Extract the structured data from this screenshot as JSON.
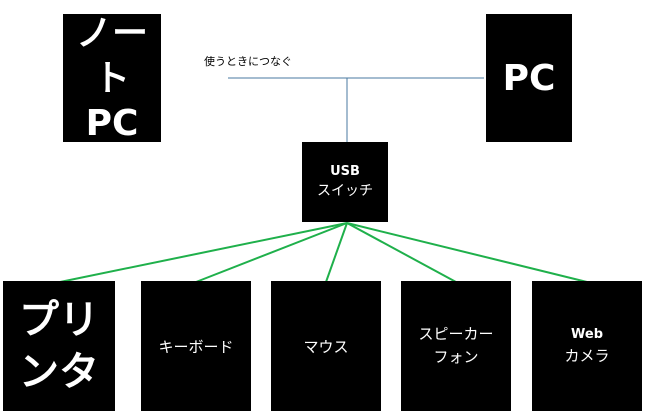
{
  "nodes": {
    "laptop": {
      "lines": [
        "ノート",
        "PC"
      ]
    },
    "pc": {
      "lines": [
        "PC"
      ]
    },
    "usb_switch": {
      "lines": [
        "USB",
        "スイッチ"
      ]
    },
    "printer": {
      "lines": [
        "プリ",
        "ンタ"
      ]
    },
    "keyboard": {
      "lines": [
        "キーボード"
      ]
    },
    "mouse": {
      "lines": [
        "マウス"
      ]
    },
    "speaker": {
      "lines": [
        "スピーカー",
        "フォン"
      ]
    },
    "webcam": {
      "lines": [
        "Web",
        "カメラ"
      ]
    }
  },
  "connection_label": "使うときにつなぐ",
  "colors": {
    "node_fill": "#000000",
    "node_text": "#ffffff",
    "pc_link": "#4a7aa0",
    "device_link": "#1fb04b"
  }
}
